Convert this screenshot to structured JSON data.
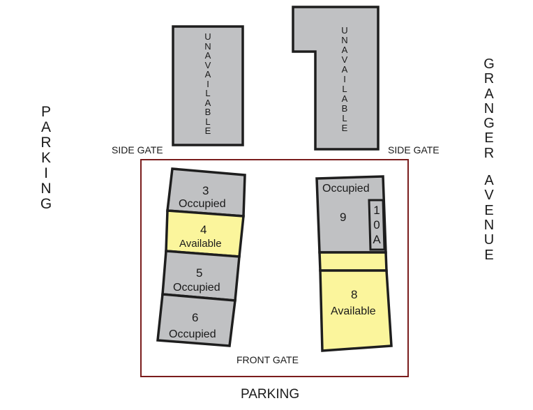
{
  "colors": {
    "occupied": "#c0c1c3",
    "available": "#fbf59c",
    "outline": "#1e1e1e",
    "boundary": "#7a1c1c",
    "text": "#1a1a1a"
  },
  "labels": {
    "parking_left": "PARKING",
    "parking_bottom": "PARKING",
    "granger_avenue": "GRANGER AVENUE",
    "side_gate_left": "SIDE GATE",
    "side_gate_right": "SIDE GATE",
    "front_gate": "FRONT GATE"
  },
  "buildings": {
    "left": {
      "label": "UNAVAILABLE"
    },
    "right": {
      "label": "UNAVAILABLE"
    }
  },
  "units": {
    "u3": {
      "number": "3",
      "status": "Occupied"
    },
    "u4": {
      "number": "4",
      "status": "Available"
    },
    "u5": {
      "number": "5",
      "status": "Occupied"
    },
    "u6": {
      "number": "6",
      "status": "Occupied"
    },
    "u9": {
      "number": "9",
      "status": "Occupied"
    },
    "u10a": {
      "number": "10A"
    },
    "u8": {
      "number": "8",
      "status": "Available"
    }
  }
}
